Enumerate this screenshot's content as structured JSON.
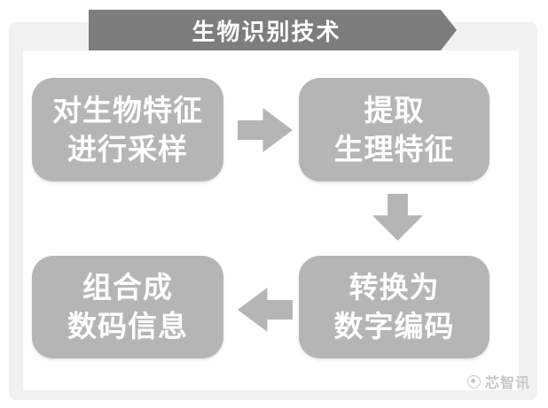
{
  "header": {
    "title": "生物识别技术"
  },
  "nodes": [
    {
      "id": "sample",
      "lines": [
        "对生物特征",
        "进行采样"
      ]
    },
    {
      "id": "extract",
      "lines": [
        "提取",
        "生理特征"
      ]
    },
    {
      "id": "convert",
      "lines": [
        "转换为",
        "数字编码"
      ]
    },
    {
      "id": "combine",
      "lines": [
        "组合成",
        "数码信息"
      ]
    }
  ],
  "flow": [
    "sample",
    "extract",
    "convert",
    "combine"
  ],
  "watermark": {
    "text": "芯智讯"
  },
  "colors": {
    "banner": "#7d7d7d",
    "node": "#b5b5b5",
    "arrow": "#b5b5b5",
    "frame": "#f1f1f1",
    "text": "#ffffff",
    "watermark": "#c6c6c6"
  }
}
